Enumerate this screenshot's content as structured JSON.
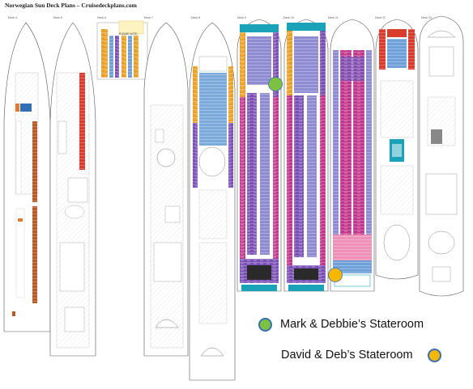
{
  "page": {
    "title": "Norwegian Sun Deck Plans – Cruisedeckplans.com"
  },
  "note": {
    "heading": "PLEASE NOTE:"
  },
  "deck_labels": [
    "Deck 4",
    "Deck 5",
    "Deck 6",
    "Deck 7",
    "Deck 8",
    "Deck 9",
    "Deck 10",
    "Deck 11",
    "Deck 12",
    "Deck 13"
  ],
  "legend": {
    "items": [
      {
        "label": "Mark & Debbie’s Stateroom",
        "color": "#7dc142"
      },
      {
        "label": "David & Deb’s Stateroom",
        "color": "#f5b700"
      }
    ]
  },
  "colors": {
    "balcony": "#c2358c",
    "oceanview": "#7a4fb5",
    "inside": "#8e8bd0",
    "suite": "#e8a126",
    "minisuite": "#f1d06a",
    "spa": "#d3e0f0",
    "crew": "#b65a2a",
    "teal": "#1aa3b8",
    "red": "#d93c2c",
    "marker_green": "#7dc142",
    "marker_yellow": "#f5b700",
    "marker_border": "#3b6fb6"
  }
}
